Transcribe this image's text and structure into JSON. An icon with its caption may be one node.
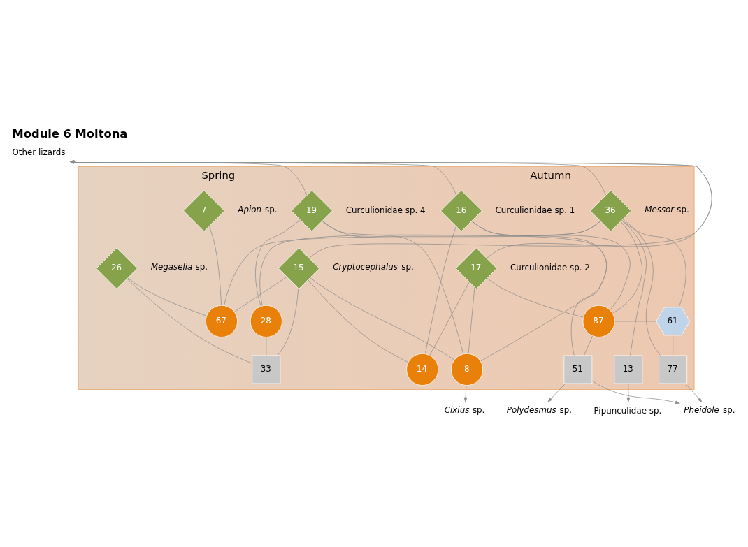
{
  "diagram": {
    "title": "Module 6 Moltona",
    "nodes": [
      {
        "text": [
          "Spring",
          "Autumn"
        ]
      },
      {
        "text": [
          "7"
        ],
        "in": 0,
        "beside": [
          "*Apion* sp."
        ]
      },
      {
        "text": [
          "16"
        ],
        "in": 0,
        "beside": [
          "Curculionidae sp. 1"
        ]
      },
      {
        "text": [
          "19"
        ],
        "in": 0,
        "beside": [
          "Curculionidae sp. 4"
        ]
      },
      {
        "text": [
          "36"
        ],
        "in": 0,
        "beside": [
          "*Messor* sp."
        ]
      },
      {
        "text": [
          "17"
        ],
        "in": 0,
        "beside": [
          "Curculionidae sp. 2"
        ]
      },
      {
        "text": [
          "15"
        ],
        "in": 0,
        "beside": [
          "*Cryptocephalus* sp."
        ]
      },
      {
        "text": [
          "26"
        ],
        "in": 0,
        "beside": [
          "*Megaselia* sp."
        ]
      },
      {
        "text": [
          "67"
        ],
        "in": 0
      },
      {
        "text": [
          "28"
        ],
        "in": 0
      },
      {
        "text": [
          "87"
        ],
        "in": 0
      },
      {
        "text": [
          "61"
        ],
        "in": 0
      },
      {
        "text": [
          "8"
        ],
        "in": 0
      },
      {
        "text": [
          "13"
        ],
        "in": 0
      },
      {
        "text": [
          "14"
        ],
        "in": 0
      },
      {
        "text": [
          "33"
        ],
        "in": 0
      },
      {
        "text": [
          "51"
        ],
        "in": 0
      },
      {
        "text": [
          "77"
        ],
        "in": 0
      },
      {
        "text": [
          "Other lizards"
        ]
      },
      {
        "text": [
          "*Cixius* sp."
        ]
      },
      {
        "text": [
          "Pipunculidae sp."
        ]
      },
      {
        "text": [
          "*Polydesmus* sp."
        ]
      },
      {
        "text": [
          "*Pheidole* sp."
        ]
      }
    ],
    "edges": [
      {
        "from": 2,
        "to": 18,
        "arrow": "to"
      },
      {
        "from": 5,
        "to": 18,
        "arrow": "to"
      },
      {
        "from": 3,
        "to": 18,
        "arrow": "to"
      },
      {
        "from": 6,
        "to": 18,
        "arrow": "to"
      },
      {
        "from": 4,
        "to": 18,
        "arrow": "to"
      },
      {
        "from": 1,
        "to": 8,
        "arrow": "none"
      },
      {
        "from": 5,
        "to": 12,
        "arrow": "none"
      },
      {
        "from": 2,
        "to": 12,
        "arrow": "none"
      },
      {
        "from": 2,
        "to": 14,
        "arrow": "none"
      },
      {
        "from": 2,
        "to": 10,
        "arrow": "none"
      },
      {
        "from": 5,
        "to": 14,
        "arrow": "none"
      },
      {
        "from": 5,
        "to": 10,
        "arrow": "none"
      },
      {
        "from": 6,
        "to": 14,
        "arrow": "none"
      },
      {
        "from": 6,
        "to": 8,
        "arrow": "none"
      },
      {
        "from": 6,
        "to": 12,
        "arrow": "none"
      },
      {
        "from": 6,
        "to": 15,
        "arrow": "none"
      },
      {
        "from": 3,
        "to": 12,
        "arrow": "none"
      },
      {
        "from": 3,
        "to": 9,
        "arrow": "none"
      },
      {
        "from": 3,
        "to": 16,
        "arrow": "none"
      },
      {
        "from": 4,
        "to": 8,
        "arrow": "none"
      },
      {
        "from": 4,
        "to": 13,
        "arrow": "none"
      },
      {
        "from": 4,
        "to": 9,
        "arrow": "none"
      },
      {
        "from": 4,
        "to": 10,
        "arrow": "none"
      },
      {
        "from": 4,
        "to": 11,
        "arrow": "none"
      },
      {
        "from": 4,
        "to": 17,
        "arrow": "none"
      },
      {
        "from": 7,
        "to": 8,
        "arrow": "none"
      },
      {
        "from": 7,
        "to": 15,
        "arrow": "none"
      },
      {
        "from": 10,
        "to": 11,
        "arrow": "none"
      },
      {
        "from": 9,
        "to": 15,
        "arrow": "none"
      },
      {
        "from": 10,
        "to": 16,
        "arrow": "none"
      },
      {
        "from": 11,
        "to": 17,
        "arrow": "none"
      },
      {
        "from": 12,
        "to": 19,
        "arrow": "to"
      },
      {
        "from": 13,
        "to": 20,
        "arrow": "to"
      },
      {
        "from": 16,
        "to": 21,
        "arrow": "to"
      },
      {
        "from": 16,
        "to": 22,
        "arrow": "to"
      },
      {
        "from": 17,
        "to": 22,
        "arrow": "to"
      }
    ]
  }
}
